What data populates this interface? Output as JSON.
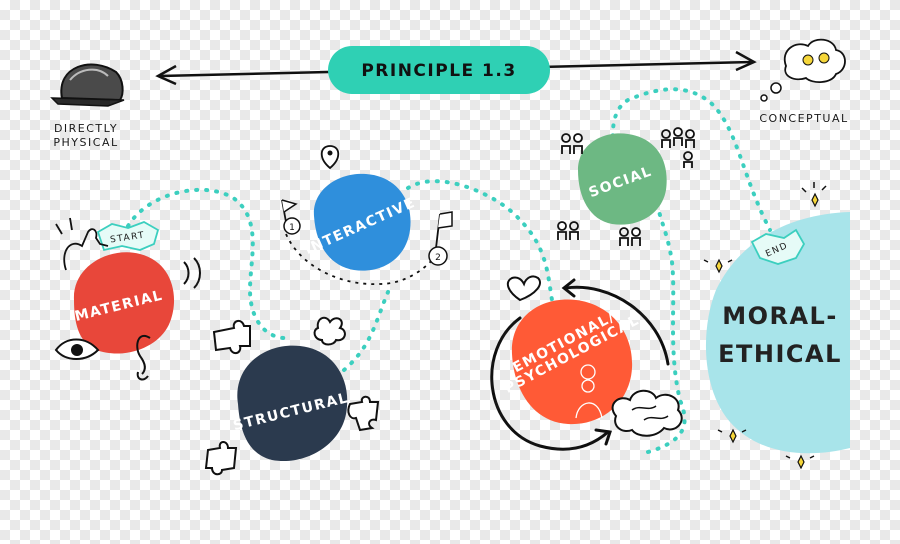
{
  "principle": {
    "title": "PRINCIPLE 1.3"
  },
  "scale": {
    "left_label_line1": "DIRECTLY",
    "left_label_line2": "PHYSICAL",
    "right_label": "CONCEPTUAL"
  },
  "path_tags": {
    "start": "START",
    "end": "END"
  },
  "steps": {
    "one": "1",
    "two": "2"
  },
  "nodes": {
    "material": {
      "label": "MATERIAL",
      "color": "#e8473a"
    },
    "structural": {
      "label": "STRUCTURAL",
      "color": "#2b3a4e"
    },
    "interactive": {
      "label": "INTERACTIVE",
      "color": "#2f8fdc"
    },
    "emotional": {
      "label_line1": "EMOTIONAL/",
      "label_line2": "PSYCHOLOGICAL",
      "color": "#ff5a36"
    },
    "social": {
      "label": "SOCIAL",
      "color": "#6db883"
    },
    "moral": {
      "label_line1": "MORAL-",
      "label_line2": "ETHICAL",
      "color": "#a8e4ea"
    }
  },
  "colors": {
    "path": "#3ccfbf",
    "banner": "#2fd0b4",
    "ink": "#111111"
  }
}
